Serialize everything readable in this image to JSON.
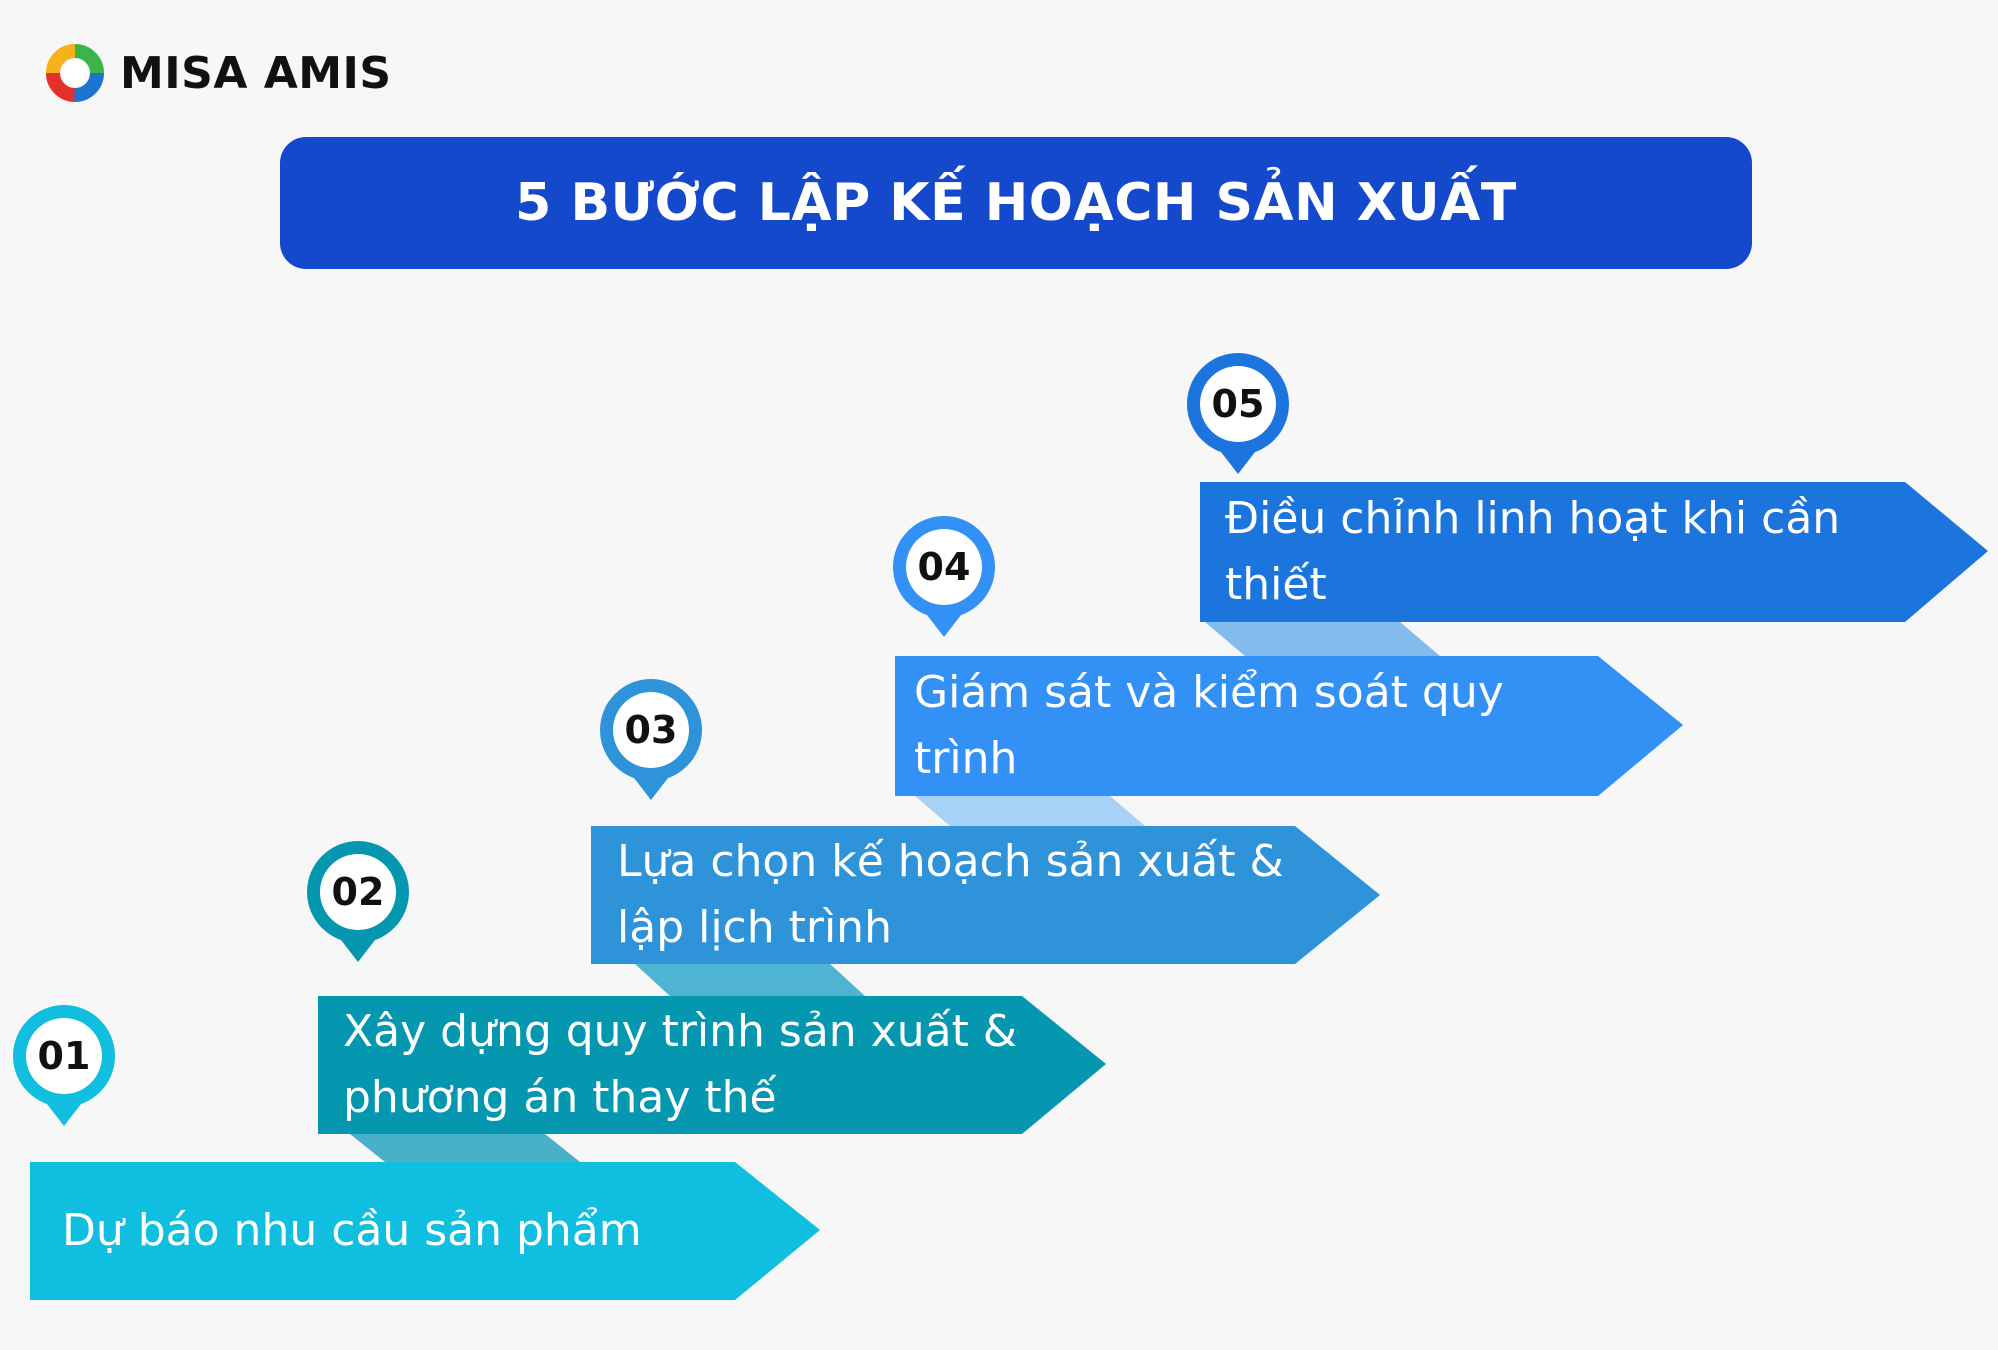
{
  "brand": {
    "name": "MISA AMIS"
  },
  "title": "5 BƯỚC LẬP KẾ HOẠCH SẢN XUẤT",
  "steps": [
    {
      "number": "01",
      "label": "Dự báo nhu cầu sản phẩm",
      "color": "#10bedf"
    },
    {
      "number": "02",
      "label": "Xây dựng quy trình sản xuất & phương án thay thế",
      "color": "#0597b0"
    },
    {
      "number": "03",
      "label": "Lựa chọn kế hoạch sản xuất & lập lịch trình",
      "color": "#2e93d8"
    },
    {
      "number": "04",
      "label": "Giám sát và kiểm soát quy trình",
      "color": "#3390f4"
    },
    {
      "number": "05",
      "label": "Điều chỉnh linh hoạt khi cần thiết",
      "color": "#1c74dd"
    }
  ],
  "colors": {
    "title_bg": "#1549cc",
    "background": "#f7f7f8"
  }
}
